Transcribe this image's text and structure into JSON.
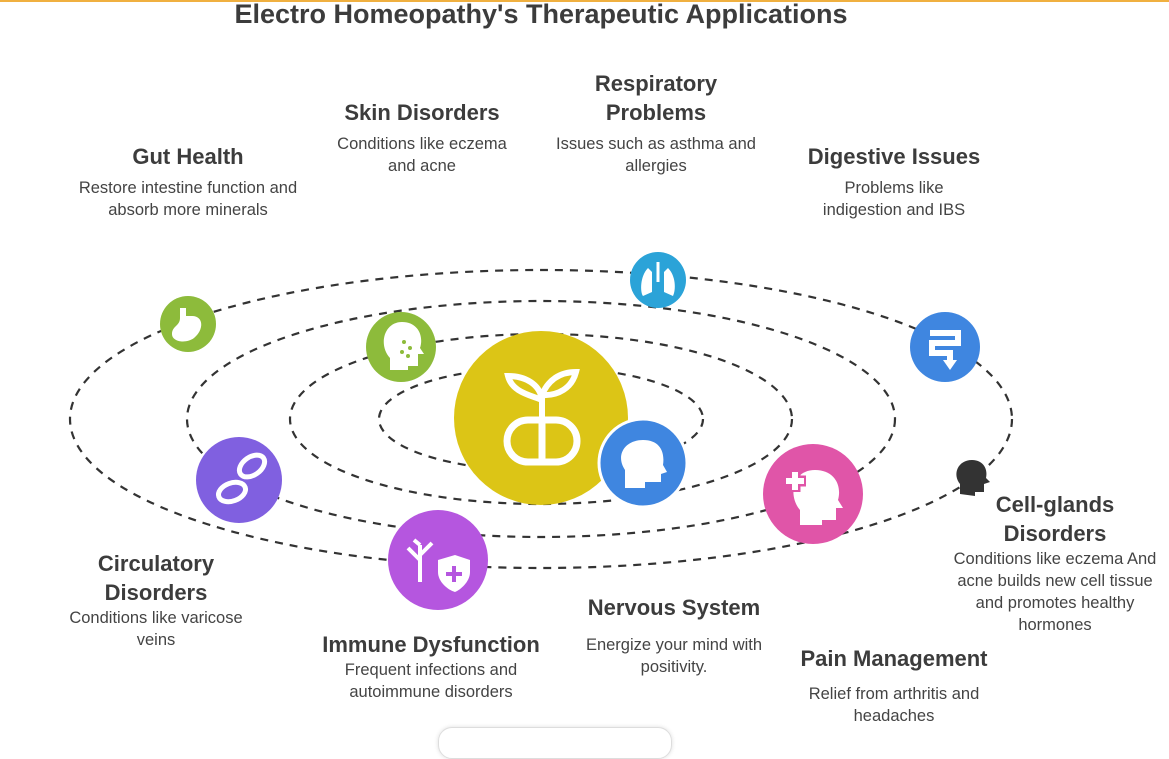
{
  "title": "Electro Homeopathy's Therapeutic Applications",
  "items": [
    {
      "title": "Gut Health",
      "desc": "Restore intestine function and absorb more minerals",
      "icon": "stomach-icon",
      "color": "#8dbb3b"
    },
    {
      "title": "Skin Disorders",
      "desc": "Conditions like eczema and acne",
      "icon": "skin-head-icon",
      "color": "#8dbb3b"
    },
    {
      "title": "Respiratory Problems",
      "desc": "Issues such as asthma and allergies",
      "icon": "lungs-icon",
      "color": "#2ba3d8"
    },
    {
      "title": "Digestive Issues",
      "desc": "Problems like indigestion and IBS",
      "icon": "intestine-icon",
      "color": "#3f86e0"
    },
    {
      "title": "Cell-glands Disorders",
      "desc": "Conditions like eczema And acne builds new cell tissue and promotes healthy hormones",
      "icon": "head-profile-icon",
      "color": "#333333"
    },
    {
      "title": "Pain Management",
      "desc": "Relief from arthritis and headaches",
      "icon": "head-plus-icon",
      "color": "#e055a8"
    },
    {
      "title": "Nervous System",
      "desc": "Energize your mind with positivity.",
      "icon": "brain-icon",
      "color": "#3f86e0"
    },
    {
      "title": "Immune Dysfunction",
      "desc": "Frequent infections and autoimmune disorders",
      "icon": "immune-shield-icon",
      "color": "#b556df"
    },
    {
      "title": "Circulatory Disorders",
      "desc": "Conditions like varicose veins",
      "icon": "blood-cells-icon",
      "color": "#8060e0"
    }
  ],
  "center": {
    "icon": "plant-capsule-icon",
    "color": "#dcc516"
  }
}
